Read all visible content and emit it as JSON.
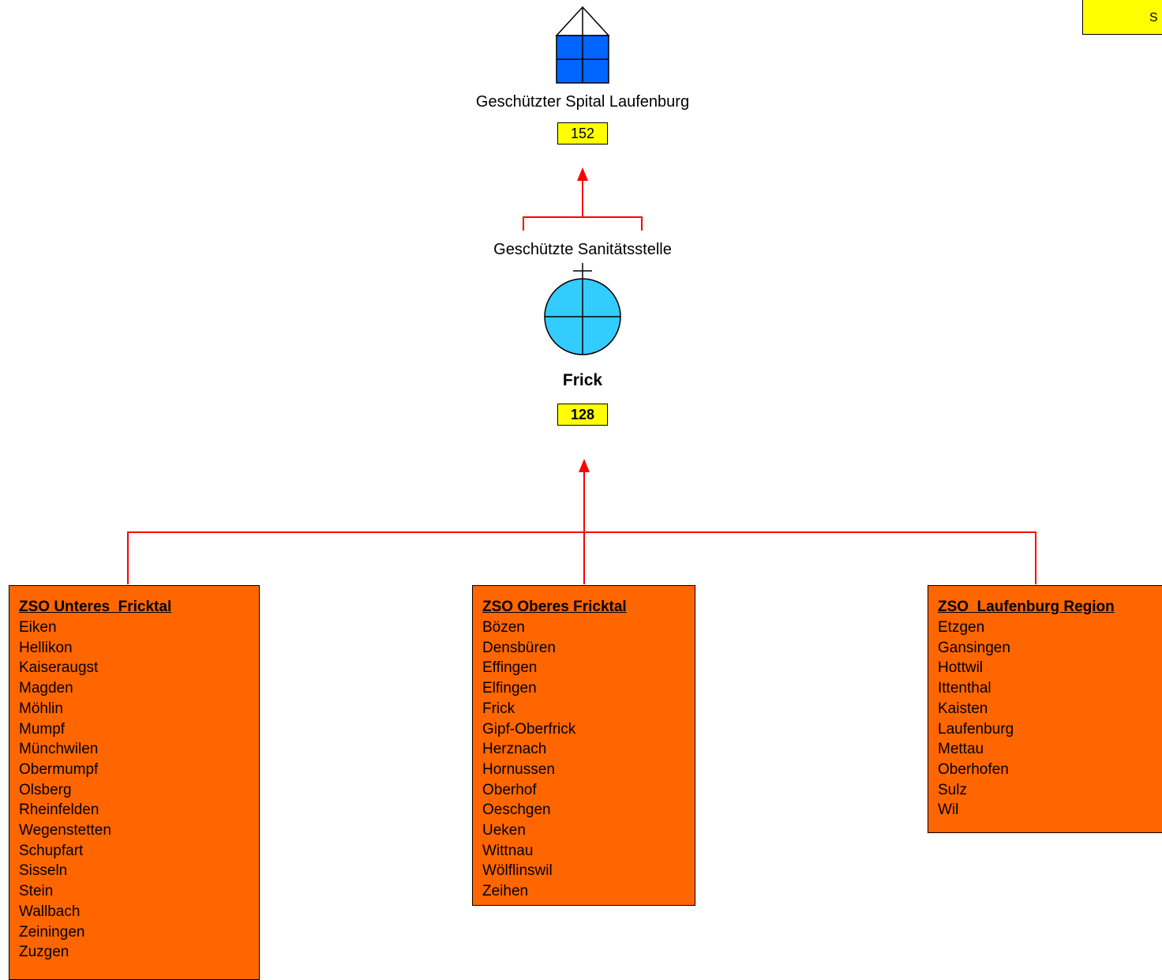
{
  "corner_label": "S",
  "hospital": {
    "label": "Geschützter Spital Laufenburg",
    "number": "152"
  },
  "sanitaetsstelle": {
    "label": "Geschützte Sanitätsstelle",
    "name": "Frick",
    "number": "128"
  },
  "colors": {
    "hospital_fill": "#0066ff",
    "station_fill": "#33ccff",
    "number_box": "#ffff00",
    "zso_box": "#ff6600",
    "connector": "#ff0000"
  },
  "zso_groups": [
    {
      "title": "ZSO Unteres  Fricktal",
      "members": [
        "Eiken",
        "Hellikon",
        "Kaiseraugst",
        "Magden",
        "Möhlin",
        "Mumpf",
        "Münchwilen",
        "Obermumpf",
        "Olsberg",
        "Rheinfelden",
        "Wegenstetten",
        "Schupfart",
        "Sisseln",
        "Stein",
        "Wallbach",
        "Zeiningen",
        "Zuzgen"
      ]
    },
    {
      "title": "ZSO Oberes Fricktal",
      "members": [
        "Bözen",
        "Densbüren",
        "Effingen",
        "Elfingen",
        "Frick",
        "Gipf-Oberfrick",
        "Herznach",
        "Hornussen",
        "Oberhof",
        "Oeschgen",
        "Ueken",
        "Wittnau",
        "Wölflinswil",
        "Zeihen"
      ]
    },
    {
      "title": "ZSO  Laufenburg Region",
      "members": [
        "Etzgen",
        "Gansingen",
        "Hottwil",
        "Ittenthal",
        "Kaisten",
        "Laufenburg",
        "Mettau",
        "Oberhofen",
        "Sulz",
        "Wil"
      ]
    }
  ]
}
